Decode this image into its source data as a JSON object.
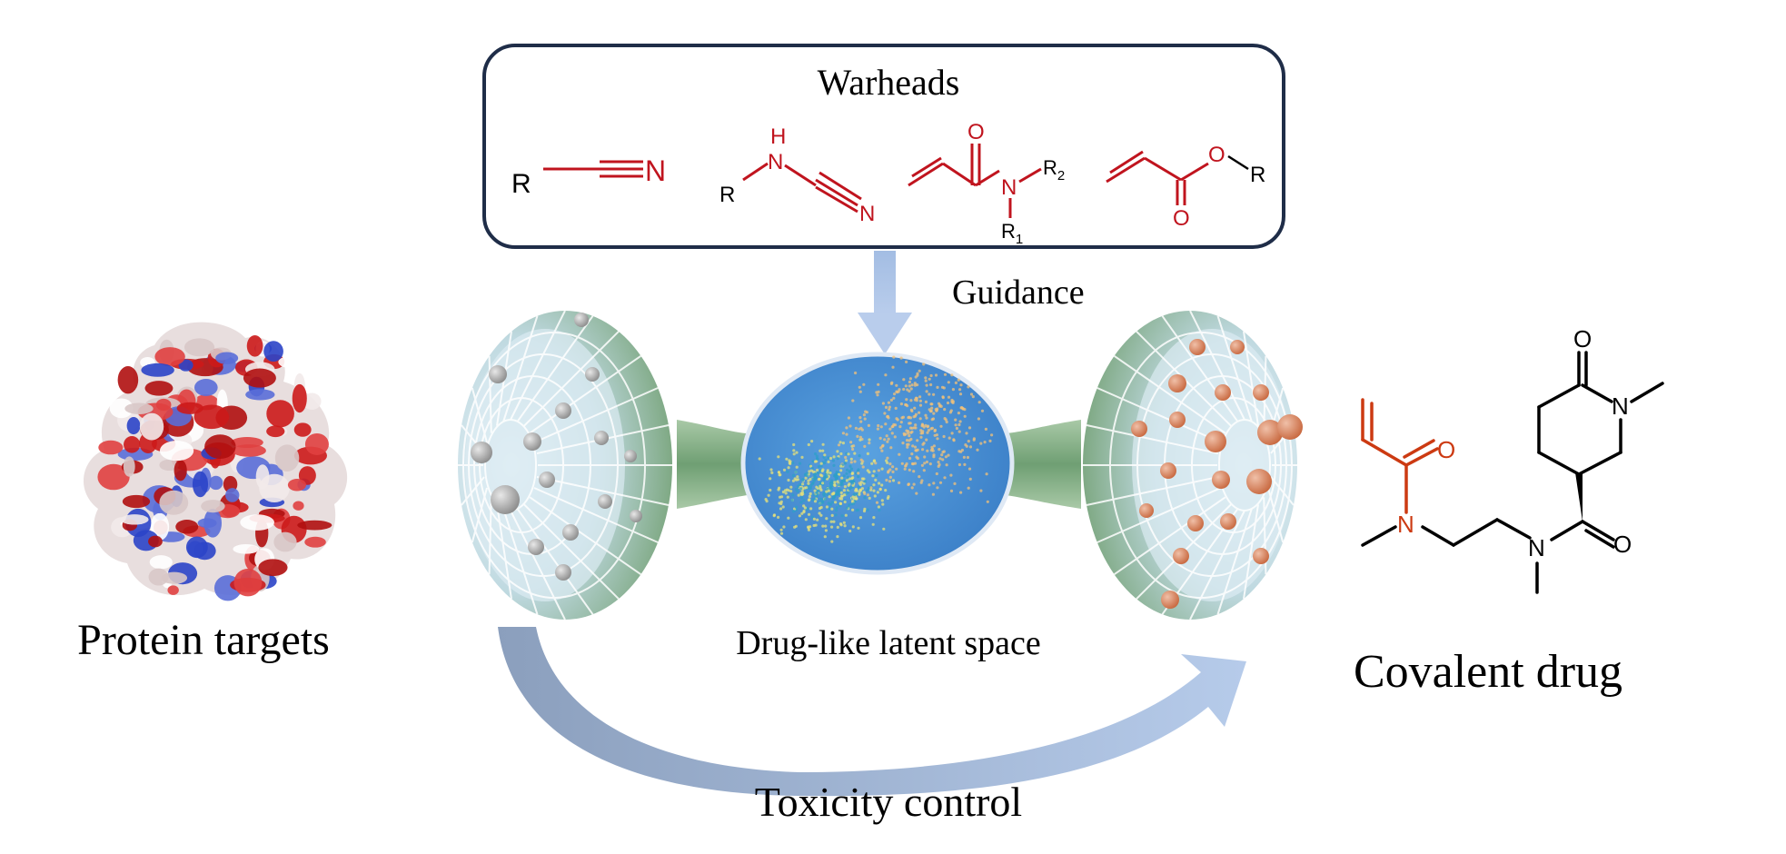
{
  "warheads": {
    "title": "Warheads",
    "w1": {
      "r": "R",
      "n": "N"
    },
    "w2": {
      "h": "H",
      "n_amine": "N",
      "r": "R",
      "n_nitrile": "N"
    },
    "w3": {
      "o": "O",
      "n": "N",
      "r2": "R",
      "r2_sub": "2",
      "r1": "R",
      "r1_sub": "1"
    },
    "w4": {
      "o_carbonyl": "O",
      "o_ester": "O",
      "r": "R"
    }
  },
  "labels": {
    "guidance": "Guidance",
    "protein_targets": "Protein targets",
    "latent_space": "Drug-like latent space",
    "covalent_drug": "Covalent drug",
    "toxicity_control": "Toxicity control"
  },
  "molecule": {
    "o_ring": "O",
    "n_ring": "N",
    "o_acryl": "O",
    "n_acryl": "N",
    "n_amide": "N",
    "o_amide": "O"
  },
  "colors": {
    "warhead_red": "#c0141e",
    "drug_orange": "#cc3a12",
    "box_border": "#1f2d48",
    "arrow_blue": "#a9bfe0",
    "funnel_green": "#7faa82",
    "sphere_blue": "#4a90d6",
    "bead_gray": "#9a9a9a",
    "bead_orange": "#d4866a"
  }
}
